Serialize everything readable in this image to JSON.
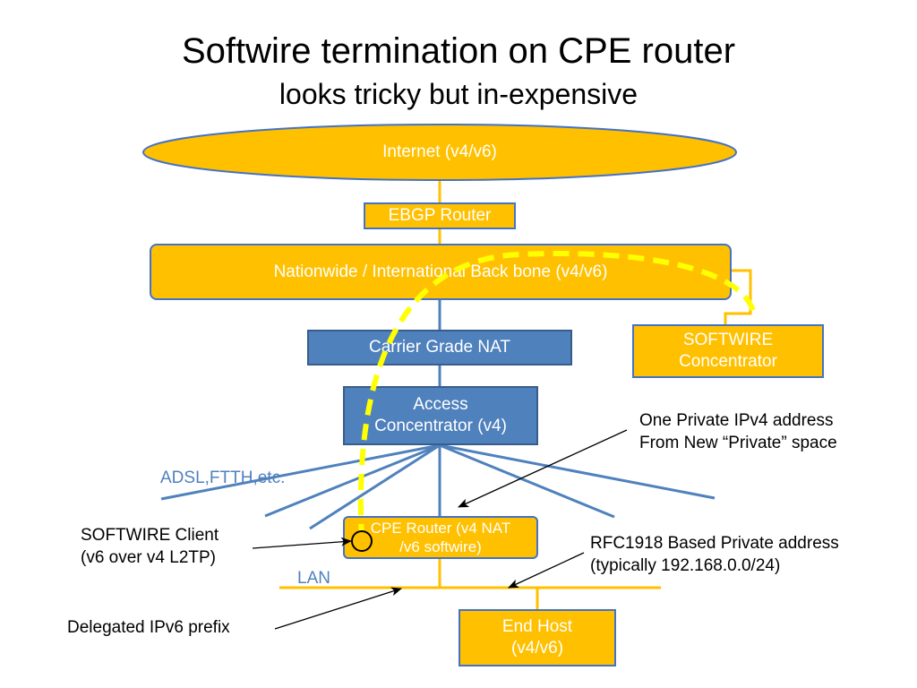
{
  "slide": {
    "title": "Softwire termination on CPE router",
    "subtitle": "looks tricky but in-expensive"
  },
  "nodes": {
    "internet": "Internet (v4/v6)",
    "ebgp_router": "EBGP Router",
    "backbone": "Nationwide / International  Back bone (v4/v6)",
    "softwire_concentrator": [
      "SOFTWIRE",
      "Concentrator"
    ],
    "cgn": "Carrier Grade NAT",
    "access_concentrator": [
      "Access",
      "Concentrator (v4)"
    ],
    "cpe_router": [
      "CPE Router (v4 NAT",
      "/v6  softwire)"
    ],
    "end_host": [
      "End Host",
      "(v4/v6)"
    ]
  },
  "labels": {
    "adsl": "ADSL,FTTH,etc.",
    "lan": "LAN",
    "private_ipv4": [
      "One Private IPv4 address",
      "From New “Private”  space"
    ],
    "softwire_client": [
      "SOFTWIRE Client",
      "(v6 over v4 L2TP)"
    ],
    "rfc1918": [
      "RFC1918 Based Private address",
      "(typically 192.168.0.0/24)"
    ],
    "delegated_prefix": "Delegated IPv6 prefix"
  },
  "colors": {
    "yellow_fill": "#FFC000",
    "blue_fill": "#4F81BD",
    "blue_border": "#385D8A",
    "tunnel": "#FFFF00"
  }
}
